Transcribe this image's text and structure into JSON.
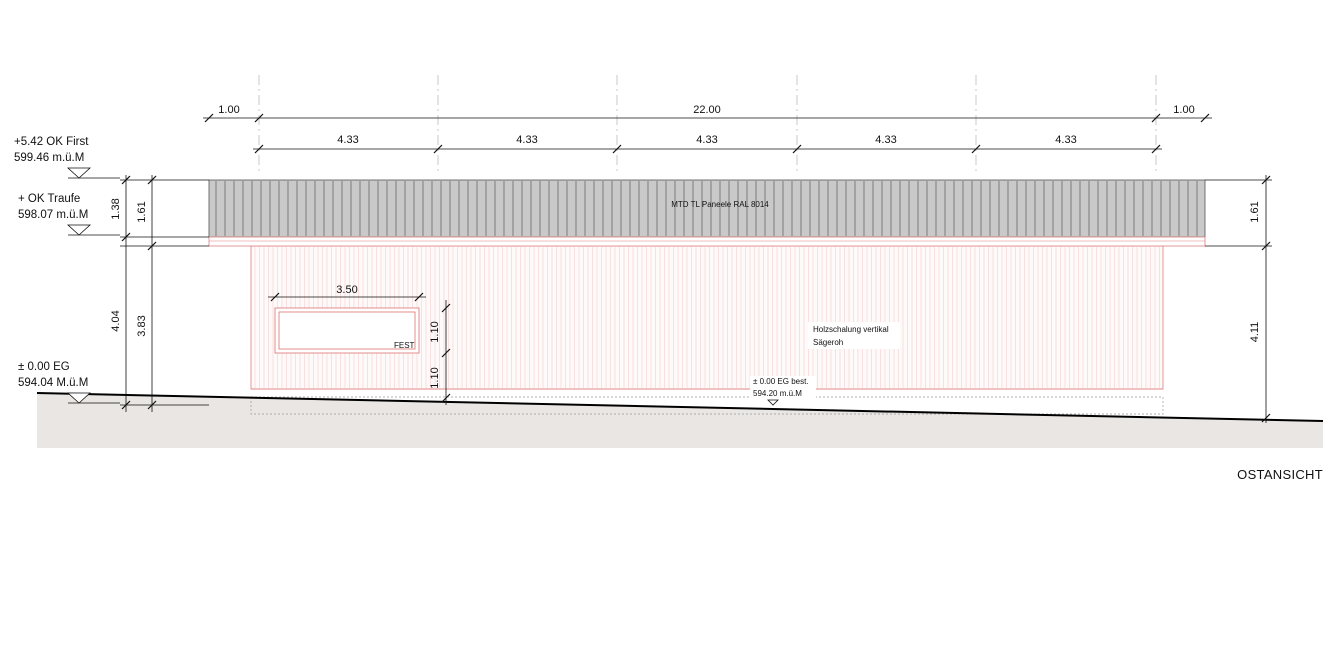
{
  "drawing": {
    "title": "OSTANSICHT",
    "levels": {
      "first_label": "+5.42 OK First",
      "first_elev": "599.46 m.ü.M",
      "traufe_label": "+ OK Traufe",
      "traufe_elev": "598.07 m.ü.M",
      "eg_label": "± 0.00 EG",
      "eg_elev": "594.04 M.ü.M",
      "eg_bestand_label": "± 0.00 EG best.",
      "eg_bestand_elev": "594.20 m.ü.M"
    },
    "top_dims": {
      "overhang_left": "1.00",
      "total": "22.00",
      "overhang_right": "1.00",
      "bays": [
        "4.33",
        "4.33",
        "4.33",
        "4.33",
        "4.33"
      ]
    },
    "left_dims": {
      "roof_a": "1.38",
      "roof_b": "1.61",
      "wall_a": "4.04",
      "wall_b": "3.83"
    },
    "right_dims": {
      "roof": "1.61",
      "wall": "4.11"
    },
    "window": {
      "width": "3.50",
      "height": "1.10",
      "sill": "1.10",
      "label": "FEST"
    },
    "materials": {
      "roof": "MTD TL Paneele RAL 8014",
      "wall_line1": "Holzschalung vertikal",
      "wall_line2": "Sägeroh"
    }
  }
}
